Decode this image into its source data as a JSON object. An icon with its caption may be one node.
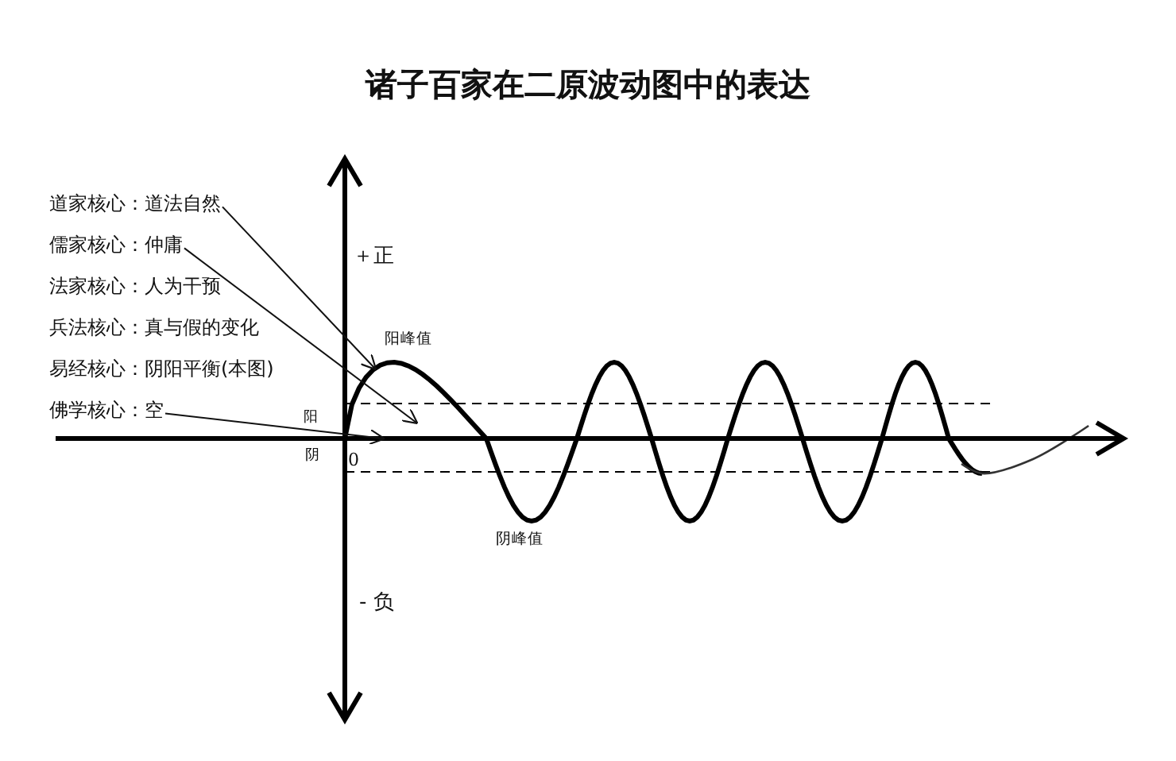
{
  "diagram": {
    "title": "诸子百家在二原波动图中的表达",
    "nodes": [
      {
        "text": [
          "道家核心：道法自然"
        ]
      },
      {
        "text": [
          "儒家核心：仲庸"
        ]
      },
      {
        "text": [
          "法家核心：人为干预"
        ]
      },
      {
        "text": [
          "兵法核心：真与假的变化"
        ]
      },
      {
        "text": [
          "易经核心：阴阳平衡(本图)"
        ]
      },
      {
        "text": [
          "佛学核心：空"
        ]
      },
      {
        "text": [],
        "shape": "curve"
      },
      {
        "text": [],
        "shape": "line"
      }
    ],
    "edges": [
      {
        "from": 0,
        "to": 6,
        "arrow": "to"
      },
      {
        "from": 1,
        "to": 7,
        "arrow": "to"
      },
      {
        "from": 5,
        "to": 7,
        "arrow": "to"
      }
    ],
    "labels": [
      "＋正",
      "阳峰值",
      "阳",
      "阴",
      "0",
      "阴峰值",
      "- 负"
    ]
  }
}
